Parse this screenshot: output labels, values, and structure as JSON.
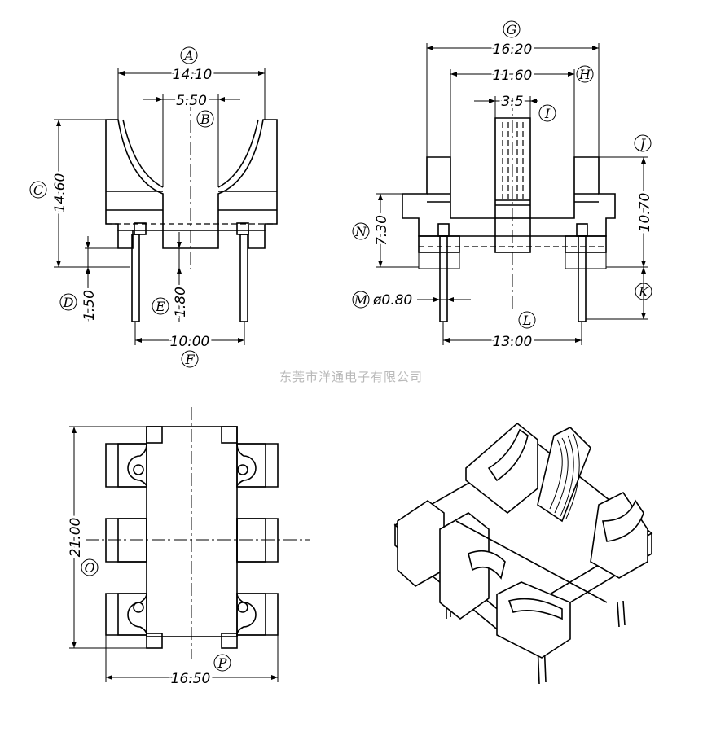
{
  "watermark": "东莞市洋通电子有限公司",
  "labels": {
    "A": "A",
    "B": "B",
    "C": "C",
    "D": "D",
    "E": "E",
    "F": "F",
    "G": "G",
    "H": "H",
    "I": "I",
    "J": "J",
    "K": "K",
    "L": "L",
    "M": "M",
    "N": "N",
    "O": "O",
    "P": "P"
  },
  "dimensions": {
    "A": "14.10",
    "B": "5.50",
    "C": "14.60",
    "D": "1.50",
    "E": "1.80",
    "F": "10.00",
    "G": "16.20",
    "H": "11.60",
    "I": "3.5",
    "J": "10.70",
    "K": "",
    "L": "13.00",
    "M": "ø0.80",
    "N": "7.30",
    "O": "21.00",
    "P": "16.50"
  }
}
